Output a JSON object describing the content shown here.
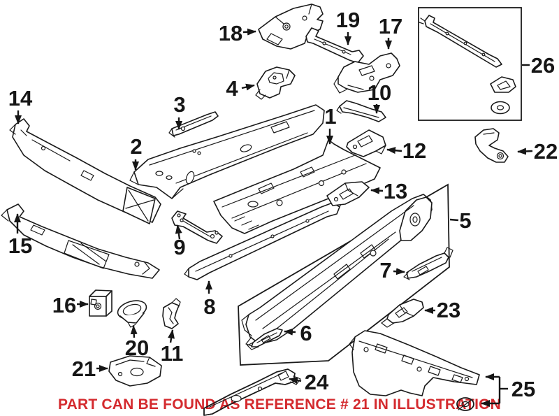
{
  "colors": {
    "background": "#ffffff",
    "line": "#1a1a1a",
    "label": "#161616"
  },
  "callouts": [
    {
      "label": "1"
    },
    {
      "label": "2"
    },
    {
      "label": "3"
    },
    {
      "label": "4"
    },
    {
      "label": "5"
    },
    {
      "label": "6"
    },
    {
      "label": "7"
    },
    {
      "label": "8"
    },
    {
      "label": "9"
    },
    {
      "label": "10"
    },
    {
      "label": "11"
    },
    {
      "label": "12"
    },
    {
      "label": "13"
    },
    {
      "label": "14"
    },
    {
      "label": "15"
    },
    {
      "label": "16"
    },
    {
      "label": "17"
    },
    {
      "label": "18"
    },
    {
      "label": "19"
    },
    {
      "label": "20"
    },
    {
      "label": "21"
    },
    {
      "label": "22"
    },
    {
      "label": "23"
    },
    {
      "label": "24"
    },
    {
      "label": "25"
    },
    {
      "label": "26"
    }
  ],
  "caption": {
    "text": "PART CAN BE FOUND AS REFERENCE # 21 IN ILLUSTRATION",
    "color": "#d42a2e",
    "referenced_callout": "21"
  }
}
